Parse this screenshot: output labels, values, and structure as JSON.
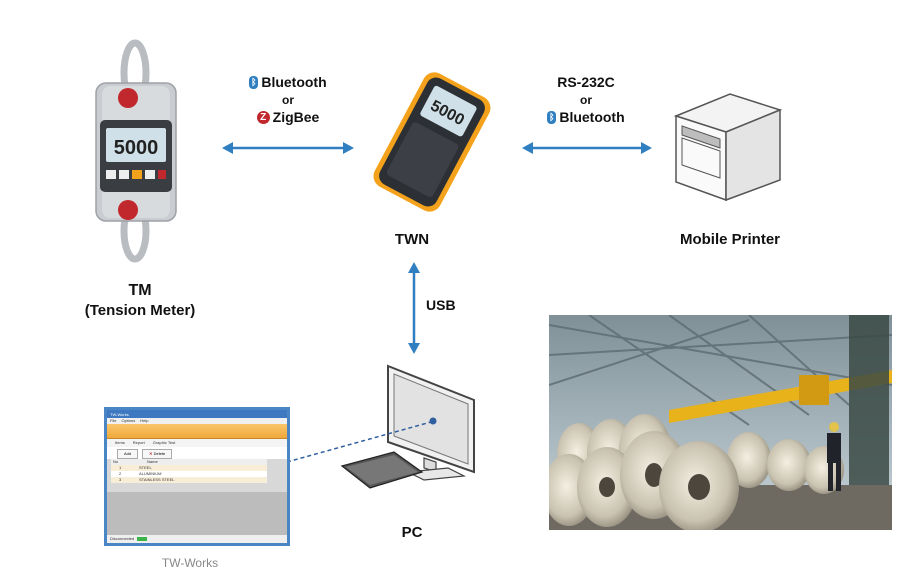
{
  "tm": {
    "title": "TM",
    "subtitle": "(Tension Meter)",
    "display": "5000"
  },
  "twn": {
    "label": "TWN",
    "display": "5000"
  },
  "printer": {
    "label": "Mobile Printer"
  },
  "pc": {
    "label": "PC"
  },
  "link_tm_twn": {
    "line1": "Bluetooth",
    "line2": "or",
    "line3": "ZigBee"
  },
  "link_twn_printer": {
    "line1": "RS-232C",
    "line2": "or",
    "line3": "Bluetooth"
  },
  "link_twn_pc": {
    "label": "USB"
  },
  "tw_works": {
    "caption": "TW-Works",
    "window_title": "TW-Works",
    "menu": [
      "File",
      "Options",
      "Help"
    ],
    "tabs": [
      "Items",
      "Report",
      "Graphic Test"
    ],
    "buttons": [
      "Add",
      "Delete"
    ],
    "columns": [
      "No",
      "Name"
    ],
    "rows": [
      {
        "no": "1",
        "name": "STEEL"
      },
      {
        "no": "2",
        "name": "ALUMINIUM"
      },
      {
        "no": "3",
        "name": "STAINLESS STEEL"
      }
    ],
    "status": "Disconnected"
  },
  "colors": {
    "arrow": "#2f7fc1",
    "bolt": "#c0282d",
    "twn_orange": "#f4a21b",
    "lcd": "#cfe0e8"
  }
}
